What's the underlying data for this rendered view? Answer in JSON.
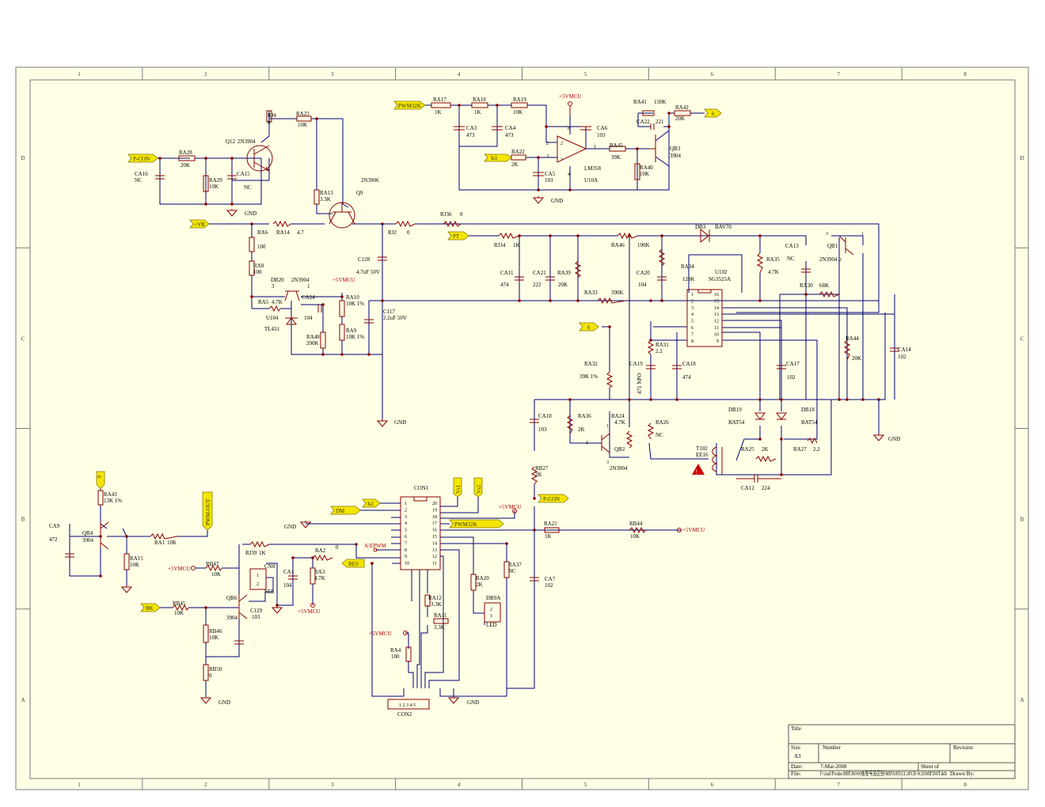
{
  "border": {
    "columns": [
      "1",
      "2",
      "3",
      "4",
      "5",
      "6",
      "7",
      "8"
    ],
    "rows": [
      "D",
      "C",
      "B",
      "A"
    ]
  },
  "title_block": {
    "title_label": "Title",
    "size_label": "Size",
    "size_value": "A3",
    "number_label": "Number",
    "revision_label": "Revision",
    "date_label": "Date:",
    "date_value": "7-Mar-2008",
    "sheet_label": "Sheet    of",
    "file_label": "File:",
    "file_value": "F:\\zuzl\\ProductMIP260\\00各型号及区别\\MIP260T(CL)\\PCB SCH\\MIP260T.ddb",
    "drawn_label": "Drawn By:"
  },
  "ports": {
    "pwm32k_top": "PWM32K",
    "is1_top": "Is1",
    "six_top": "6",
    "pcon_left": "P-CON",
    "vb": "+VB",
    "pt": "PT",
    "six_mid": "6",
    "six_vert": "6",
    "pwm_out": "PWM-OUT",
    "bk": "BK",
    "dm": "DM",
    "is1_con": "Is1",
    "vs1": "Vs1",
    "vs2": "Vs2",
    "pwm32k_con": "PWM32K",
    "pcon_con": "P-CON",
    "res": "RES"
  },
  "power": {
    "gnd": "GND",
    "vmcu": "+5VMCU",
    "aepwm": "A/EPWM"
  },
  "components": {
    "ra17": [
      "RA17",
      "1K"
    ],
    "ra18": [
      "RA18",
      "1K"
    ],
    "ra19": [
      "RA19",
      "10K"
    ],
    "ca3": [
      "CA3",
      "473"
    ],
    "ca4": [
      "CA4",
      "473"
    ],
    "ra22": [
      "RA22",
      "2K"
    ],
    "ca5": [
      "CA5",
      "103"
    ],
    "ca6": [
      "CA6",
      "103"
    ],
    "u10a": [
      "LM358",
      "U10A"
    ],
    "ra45": [
      "RA45",
      "39K"
    ],
    "ra40": [
      "RA40",
      "10K"
    ],
    "ra41": [
      "RA41",
      "150K"
    ],
    "ra42": [
      "RA42",
      "20K"
    ],
    "ca22": [
      "CA22",
      "221"
    ],
    "qb3": [
      "QB3",
      "3904"
    ],
    "rj4": [
      "RJ4",
      "0"
    ],
    "ra23": [
      "RA23",
      "10K"
    ],
    "q12": [
      "Q12",
      "2N3904"
    ],
    "ra28": [
      "RA28",
      "20K"
    ],
    "ca16": [
      "CA16",
      "NC"
    ],
    "ra29": [
      "RA29",
      "10K"
    ],
    "ca15": [
      "CA15",
      "NC"
    ],
    "ra13": [
      "RA13",
      "3.3K"
    ],
    "q9": [
      "2N3906",
      "Q9"
    ],
    "ra6": [
      "RA6",
      "100"
    ],
    "ra14": [
      "RA14",
      "4.7"
    ],
    "rj2": [
      "RJ2",
      "0"
    ],
    "rj36": [
      "RJ36",
      "0"
    ],
    "db3": [
      "DB3",
      "BAV70"
    ],
    "ra8": [
      "RA8",
      "100"
    ],
    "db20": [
      "DB20",
      "3"
    ],
    "qdb20": [
      "2N3904",
      "1"
    ],
    "ra5": [
      "RA5",
      "4.7K"
    ],
    "ca24": [
      "CA24",
      "104"
    ],
    "u104": [
      "U104",
      "TL431"
    ],
    "ra48": [
      "RA48",
      "200K"
    ],
    "ra10": [
      "RA10",
      "10K 1%"
    ],
    "ra9": [
      "RA9",
      "10K 1%"
    ],
    "ca128": [
      "C128",
      "4.7uF 50V"
    ],
    "c117": [
      "C117",
      "2.2uF 50V"
    ],
    "rj34": [
      "RJ34",
      "1K"
    ],
    "ra46": [
      "RA46",
      "100K"
    ],
    "ca11": [
      "CA11",
      "474"
    ],
    "ca21": [
      "CA21",
      "222"
    ],
    "ra39": [
      "RA39",
      "20K"
    ],
    "ra33": [
      "RA33",
      "390K"
    ],
    "ca20": [
      "CA20",
      "104"
    ],
    "ra34": [
      "RA34",
      "120K"
    ],
    "u102": [
      "U102",
      "SG3525A"
    ],
    "ra35": [
      "RA35",
      "4.7K"
    ],
    "ca13": [
      "CA13",
      "NC"
    ],
    "qb1": [
      "QB1",
      "2N3904"
    ],
    "ra30": [
      "RA30",
      "68K"
    ],
    "ra31": [
      "RA31",
      "2.2"
    ],
    "ra32": [
      "RA32",
      "39K 1%"
    ],
    "ca19": [
      "CA19",
      "471 NPO"
    ],
    "ca18": [
      "CA18",
      "474"
    ],
    "ca17": [
      "CA17",
      "102"
    ],
    "ra44": [
      "RA44",
      "20K"
    ],
    "ca14": [
      "CA14",
      "102"
    ],
    "ca10": [
      "CA10",
      "103"
    ],
    "ra36": [
      "RA36",
      "2K"
    ],
    "ra24": [
      "RA24",
      "4.7K"
    ],
    "ra26": [
      "RA26",
      "NC"
    ],
    "qb2": [
      "QB2",
      "2N3904"
    ],
    "db19": [
      "DB19",
      "BAT54"
    ],
    "db18": [
      "DB18",
      "BAT54"
    ],
    "t102": [
      "T102",
      "EE16"
    ],
    "ra25": [
      "RA25",
      "2K"
    ],
    "ra27": [
      "RA27",
      "2.2"
    ],
    "ca12": [
      "CA12",
      "224"
    ],
    "rb27": [
      "RB27",
      "2K"
    ],
    "ra43": [
      "RA43",
      "13K 1%"
    ],
    "ca9": [
      "CA9",
      "472"
    ],
    "qb4": [
      "QB4",
      "3904"
    ],
    "ra1": [
      "RA1",
      "10K"
    ],
    "ra15": [
      "RA15",
      "10K"
    ],
    "rj39": [
      "RJ39",
      "1K"
    ],
    "ra2": [
      "RA2",
      "0"
    ],
    "rb47": [
      "RB47",
      "10K"
    ],
    "cn8": [
      "CN8",
      "SEL"
    ],
    "ca1": [
      "CA1",
      "104"
    ],
    "ra3": [
      "RA3",
      "4.7K"
    ],
    "qb6": [
      "QB6",
      "3904"
    ],
    "rb45": [
      "RB45",
      "10K"
    ],
    "c129": [
      "C129",
      "103"
    ],
    "rb46": [
      "RB46",
      "10K"
    ],
    "rb50": [
      "RB50",
      "0"
    ],
    "con1": [
      "CON1"
    ],
    "con2": [
      "CON2"
    ],
    "ra21": [
      "RA21",
      "1K"
    ],
    "rb44": [
      "RB44",
      "10K"
    ],
    "ra37": [
      "RA37",
      "NC"
    ],
    "ra20": [
      "RA20",
      "2K"
    ],
    "ca7": [
      "CA7",
      "102"
    ],
    "ra12": [
      "RA12",
      "3.3K"
    ],
    "ra11": [
      "RA11",
      "3.3K"
    ],
    "ra4": [
      "RA4",
      "100"
    ],
    "db9a": [
      "DB9A",
      "LED"
    ]
  },
  "u102_pins_left": [
    "1",
    "2",
    "3",
    "4",
    "5",
    "6",
    "7",
    "8"
  ],
  "u102_pins_right": [
    "16",
    "15",
    "14",
    "13",
    "12",
    "11",
    "10",
    "9"
  ],
  "con1_pins_left": [
    "1",
    "2",
    "3",
    "4",
    "5",
    "6",
    "7",
    "8",
    "9",
    "10"
  ],
  "con1_pins_right": [
    "20",
    "19",
    "18",
    "17",
    "16",
    "15",
    "14",
    "13",
    "12",
    "11"
  ],
  "colors": {
    "wire": "#00007a",
    "part": "#8b0000",
    "port_fill": "#f5e600",
    "power": "#b00000",
    "sheet_bg": "#ffffe6"
  }
}
